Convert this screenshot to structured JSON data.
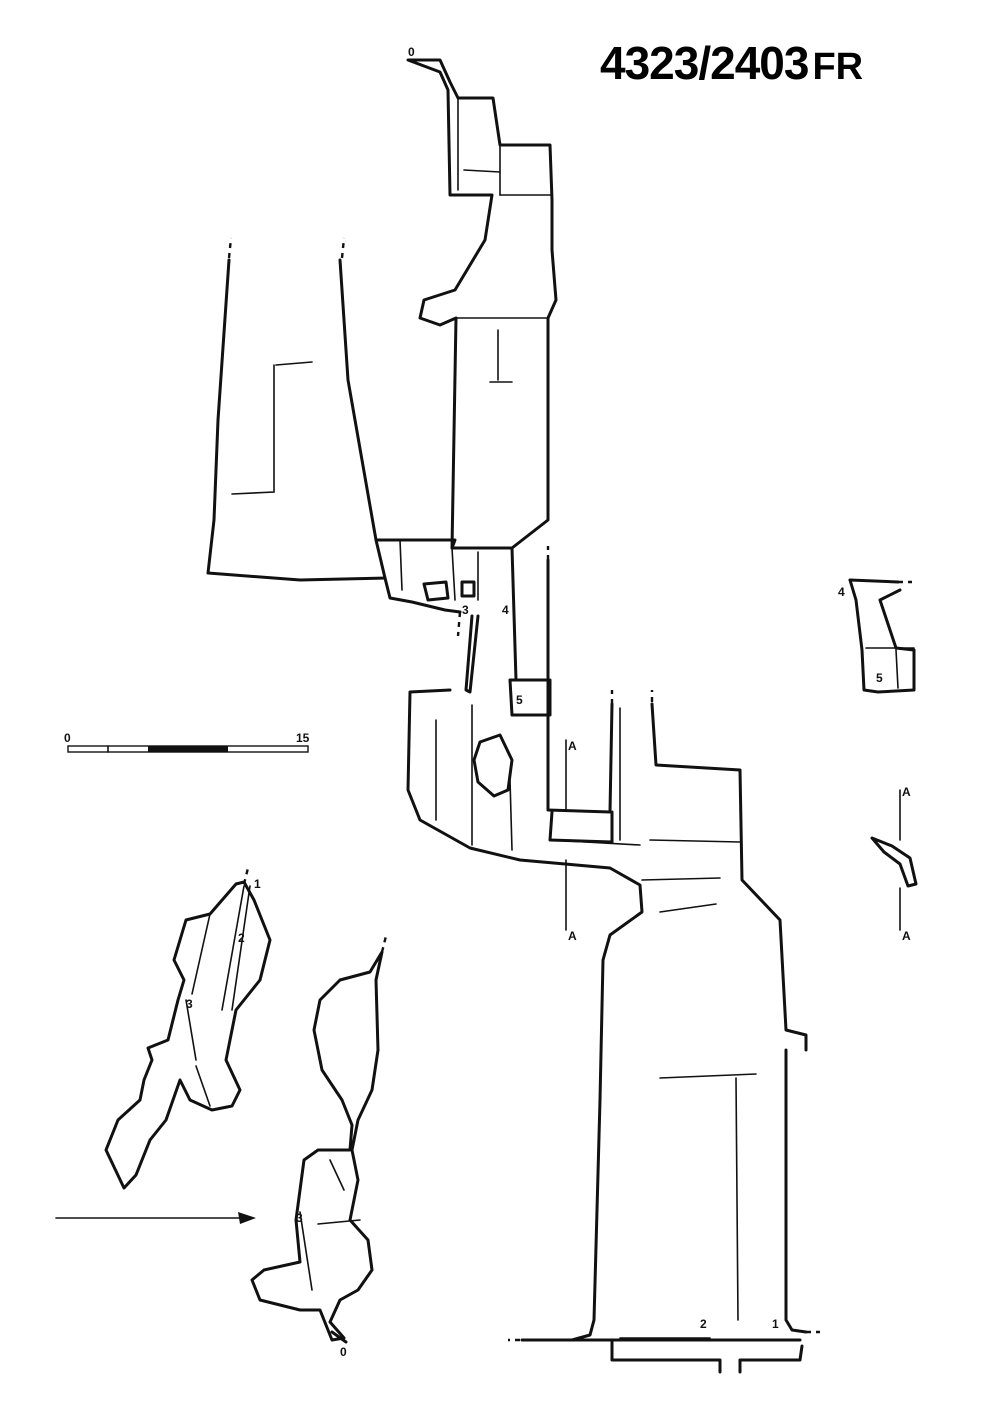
{
  "header": {
    "code": "4323/2403",
    "suffix": "FR"
  },
  "scale_bar": {
    "start": "0",
    "end": "15"
  },
  "stations": {
    "plan": [
      "0",
      "1",
      "2",
      "3",
      "4",
      "5"
    ],
    "elevation_upper": [
      "1",
      "2",
      "3"
    ],
    "elevation_lower": [
      "3",
      "0"
    ],
    "detail": [
      "4",
      "5"
    ]
  },
  "section": {
    "label": "A"
  }
}
